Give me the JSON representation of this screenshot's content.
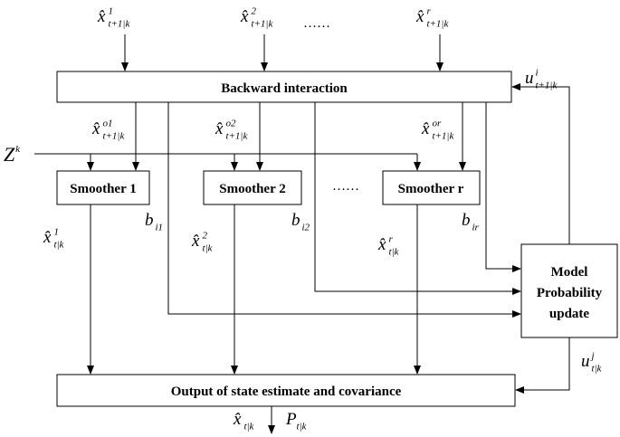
{
  "blocks": {
    "backward_interaction": "Backward interaction",
    "smoother_1": "Smoother 1",
    "smoother_2": "Smoother 2",
    "smoother_r": "Smoother r",
    "model_line1": "Model",
    "model_line2": "Probability",
    "model_line3": "update",
    "output": "Output of state estimate and covariance"
  },
  "ellipses": {
    "top": "……",
    "middle": "……"
  },
  "symbols": {
    "x_top_1": {
      "base": "x̂",
      "sub": "t+1|k",
      "sup": "1"
    },
    "x_top_2": {
      "base": "x̂",
      "sub": "t+1|k",
      "sup": "2"
    },
    "x_top_r": {
      "base": "x̂",
      "sub": "t+1|k",
      "sup": "r"
    },
    "x_mix_1": {
      "base": "x̂",
      "sub": "t+1|k",
      "sup": "o1"
    },
    "x_mix_2": {
      "base": "x̂",
      "sub": "t+1|k",
      "sup": "o2"
    },
    "x_mix_r": {
      "base": "x̂",
      "sub": "t+1|k",
      "sup": "or"
    },
    "z": {
      "base": "Z",
      "sup": "k"
    },
    "x_s_1": {
      "base": "x̂",
      "sub": "t|k",
      "sup": "1"
    },
    "x_s_2": {
      "base": "x̂",
      "sub": "t|k",
      "sup": "2"
    },
    "x_s_r": {
      "base": "x̂",
      "sub": "t|k",
      "sup": "r"
    },
    "b_1": {
      "base": "b",
      "sub": "i1"
    },
    "b_2": {
      "base": "b",
      "sub": "i2"
    },
    "b_r": {
      "base": "b",
      "sub": "ir"
    },
    "u_top": {
      "base": "u",
      "sub": "t+1|k",
      "sup": "i"
    },
    "u_bottom": {
      "base": "u",
      "sub": "t|k",
      "sup": "j"
    },
    "x_out": {
      "base": "x̂",
      "sub": "t|k"
    },
    "p_out": {
      "base": "P",
      "sub": "t|k"
    }
  }
}
